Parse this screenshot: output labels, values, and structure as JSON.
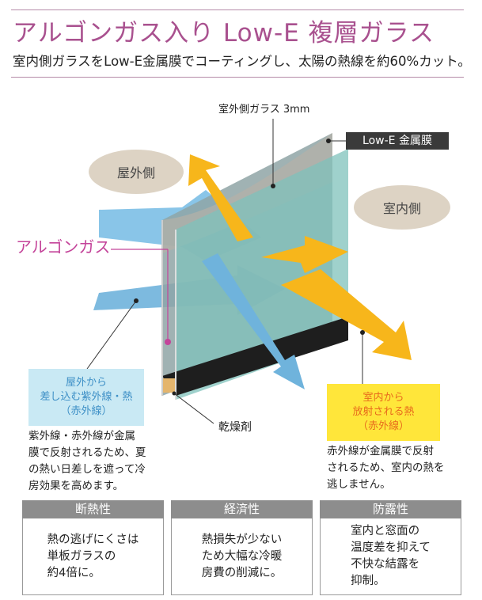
{
  "header": {
    "title": "アルゴンガス入り Low-E 複層ガラス",
    "subtitle": "室内側ガラスをLow-E金属膜でコーティングし、太陽の熱線を約60%カット。"
  },
  "diagram": {
    "outer_glass_label": "室外側ガラス 3mm",
    "lowe_label": "Low-E 金属膜",
    "outdoor_label": "屋外側",
    "indoor_label": "室内側",
    "argon_label": "アルゴンガス",
    "desiccant_label": "乾燥剤",
    "outdoor_box": {
      "lines": [
        "屋外から",
        "差し込む紫外線・熱",
        "（赤外線）"
      ],
      "description": [
        "紫外線・赤外線が金属",
        "膜で反射されるため、夏",
        "の熱い日差しを遮って冷",
        "房効果を高めます。"
      ]
    },
    "indoor_box": {
      "lines": [
        "室内から",
        "放射される熱",
        "（赤外線）"
      ],
      "description": [
        "赤外線が金属膜で反射",
        "されるため、室内の熱を",
        "逃しません。"
      ]
    }
  },
  "features": [
    {
      "title": "断熱性",
      "lines": [
        "熱の逃げにくさは",
        "単板ガラスの",
        "約4倍に。"
      ]
    },
    {
      "title": "経済性",
      "lines": [
        "熱損失が少ない",
        "ため大幅な冷暖",
        "房費の削減に。"
      ]
    },
    {
      "title": "防露性",
      "lines": [
        "室内と窓面の",
        "温度差を抑えて",
        "不快な結露を",
        "抑制。"
      ]
    }
  ],
  "colors": {
    "title": "#a9518f",
    "argon": "#c4449a",
    "blue_arrow": "#6fb3dc",
    "yellow_arrow": "#f7b61b"
  }
}
